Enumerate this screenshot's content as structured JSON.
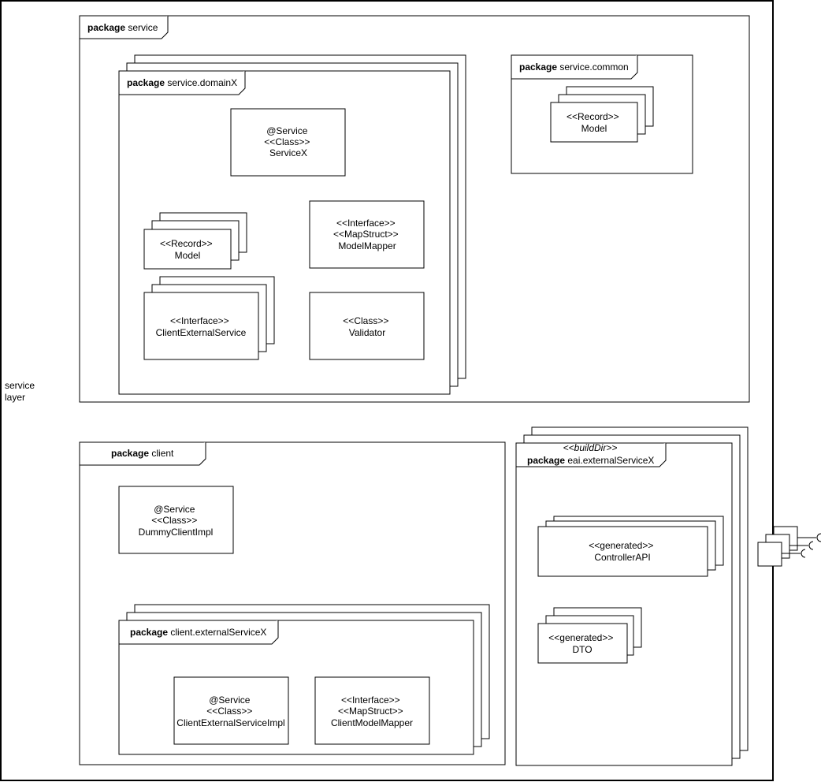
{
  "layer_label": [
    "service",
    "layer"
  ],
  "packages": {
    "service": {
      "keyword": "package",
      "name": "service"
    },
    "domain": {
      "keyword": "package",
      "name": "service.domainX"
    },
    "common": {
      "keyword": "package",
      "name": "service.common"
    },
    "client": {
      "keyword": "package",
      "name": "client"
    },
    "client_ext": {
      "keyword": "package",
      "name": "client.externalServiceX"
    },
    "eai": {
      "stereotype": "<<buildDir>>",
      "keyword": "package",
      "name": "eai.externalServiceX"
    }
  },
  "classes": {
    "service_x": [
      "@Service",
      "<<Class>>",
      "ServiceX"
    ],
    "domain_model": [
      "<<Record>>",
      "Model"
    ],
    "model_mapper": [
      "<<Interface>>",
      "<<MapStruct>>",
      "ModelMapper"
    ],
    "client_external_service": [
      "<<Interface>>",
      "ClientExternalService"
    ],
    "validator": [
      "<<Class>>",
      "Validator"
    ],
    "common_model": [
      "<<Record>>",
      "Model"
    ],
    "dummy_client_impl": [
      "@Service",
      "<<Class>>",
      "DummyClientImpl"
    ],
    "client_external_service_impl": [
      "@Service",
      "<<Class>>",
      "ClientExternalServiceImpl"
    ],
    "client_model_mapper": [
      "<<Interface>>",
      "<<MapStruct>>",
      "ClientModelMapper"
    ],
    "controller_api": [
      "<<generated>>",
      "ControllerAPI"
    ],
    "dto": [
      "<<generated>>",
      "DTO"
    ]
  }
}
